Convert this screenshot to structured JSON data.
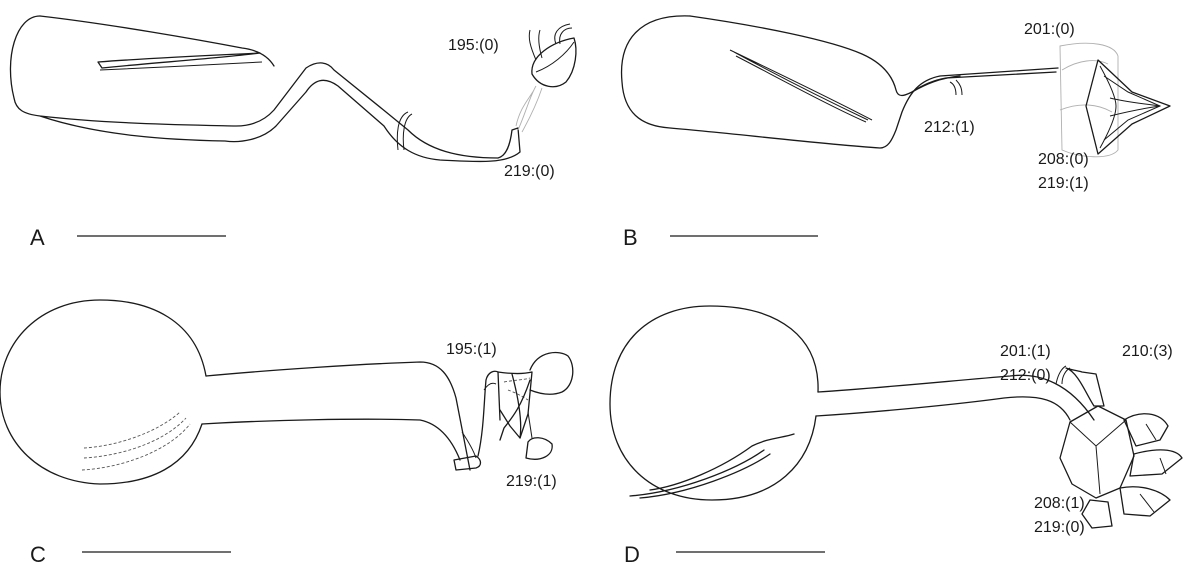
{
  "panels": [
    {
      "letter": "A",
      "annotations": [
        "195:(0)",
        "219:(0)"
      ]
    },
    {
      "letter": "B",
      "annotations": [
        "201:(0)",
        "212:(1)",
        "208:(0)",
        "219:(1)"
      ]
    },
    {
      "letter": "C",
      "annotations": [
        "195:(1)",
        "219:(1)"
      ]
    },
    {
      "letter": "D",
      "annotations": [
        "201:(1)",
        "212:(0)",
        "210:(3)",
        "208:(1)",
        "219:(0)"
      ]
    }
  ]
}
